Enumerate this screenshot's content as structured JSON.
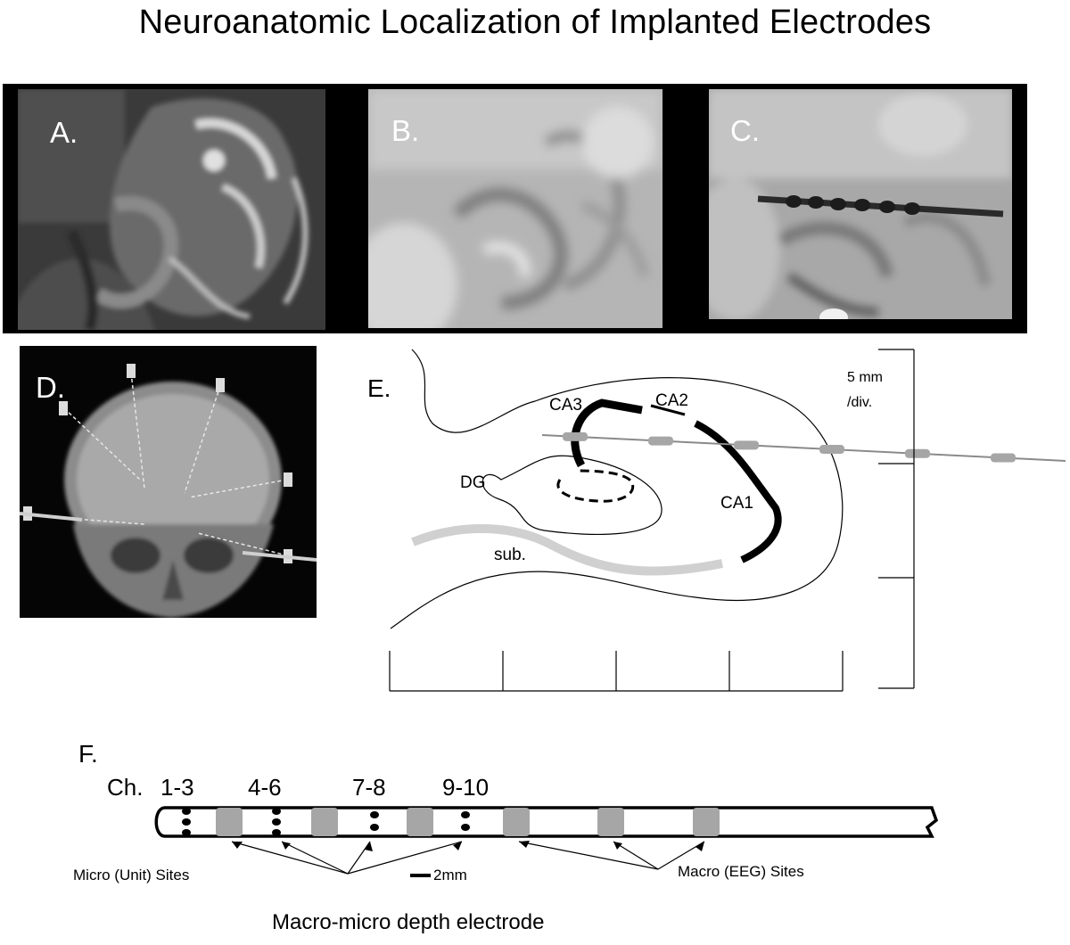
{
  "title": "Neuroanatomic Localization of Implanted Electrodes",
  "panels": {
    "a": "A.",
    "b": "B.",
    "c": "C.",
    "d": "D.",
    "e": "E.",
    "f": "F."
  },
  "hippocampus_diagram": {
    "scale_label_line1": "5 mm",
    "scale_label_line2": "/div.",
    "regions": {
      "ca3": "CA3",
      "ca2": "CA2",
      "ca1": "CA1",
      "dg": "DG",
      "sub": "sub."
    }
  },
  "electrode_schematic": {
    "channel_prefix": "Ch.",
    "channel_groups": [
      "1-3",
      "4-6",
      "7-8",
      "9-10"
    ],
    "micro_sites_label": "Micro (Unit) Sites",
    "macro_sites_label": "Macro (EEG) Sites",
    "scale_label": "2mm",
    "caption": "Macro-micro depth electrode"
  },
  "colors": {
    "contact_gray": "#a6a6a6",
    "subiculum_gray": "#d0d0d0",
    "line_black": "#000000"
  }
}
